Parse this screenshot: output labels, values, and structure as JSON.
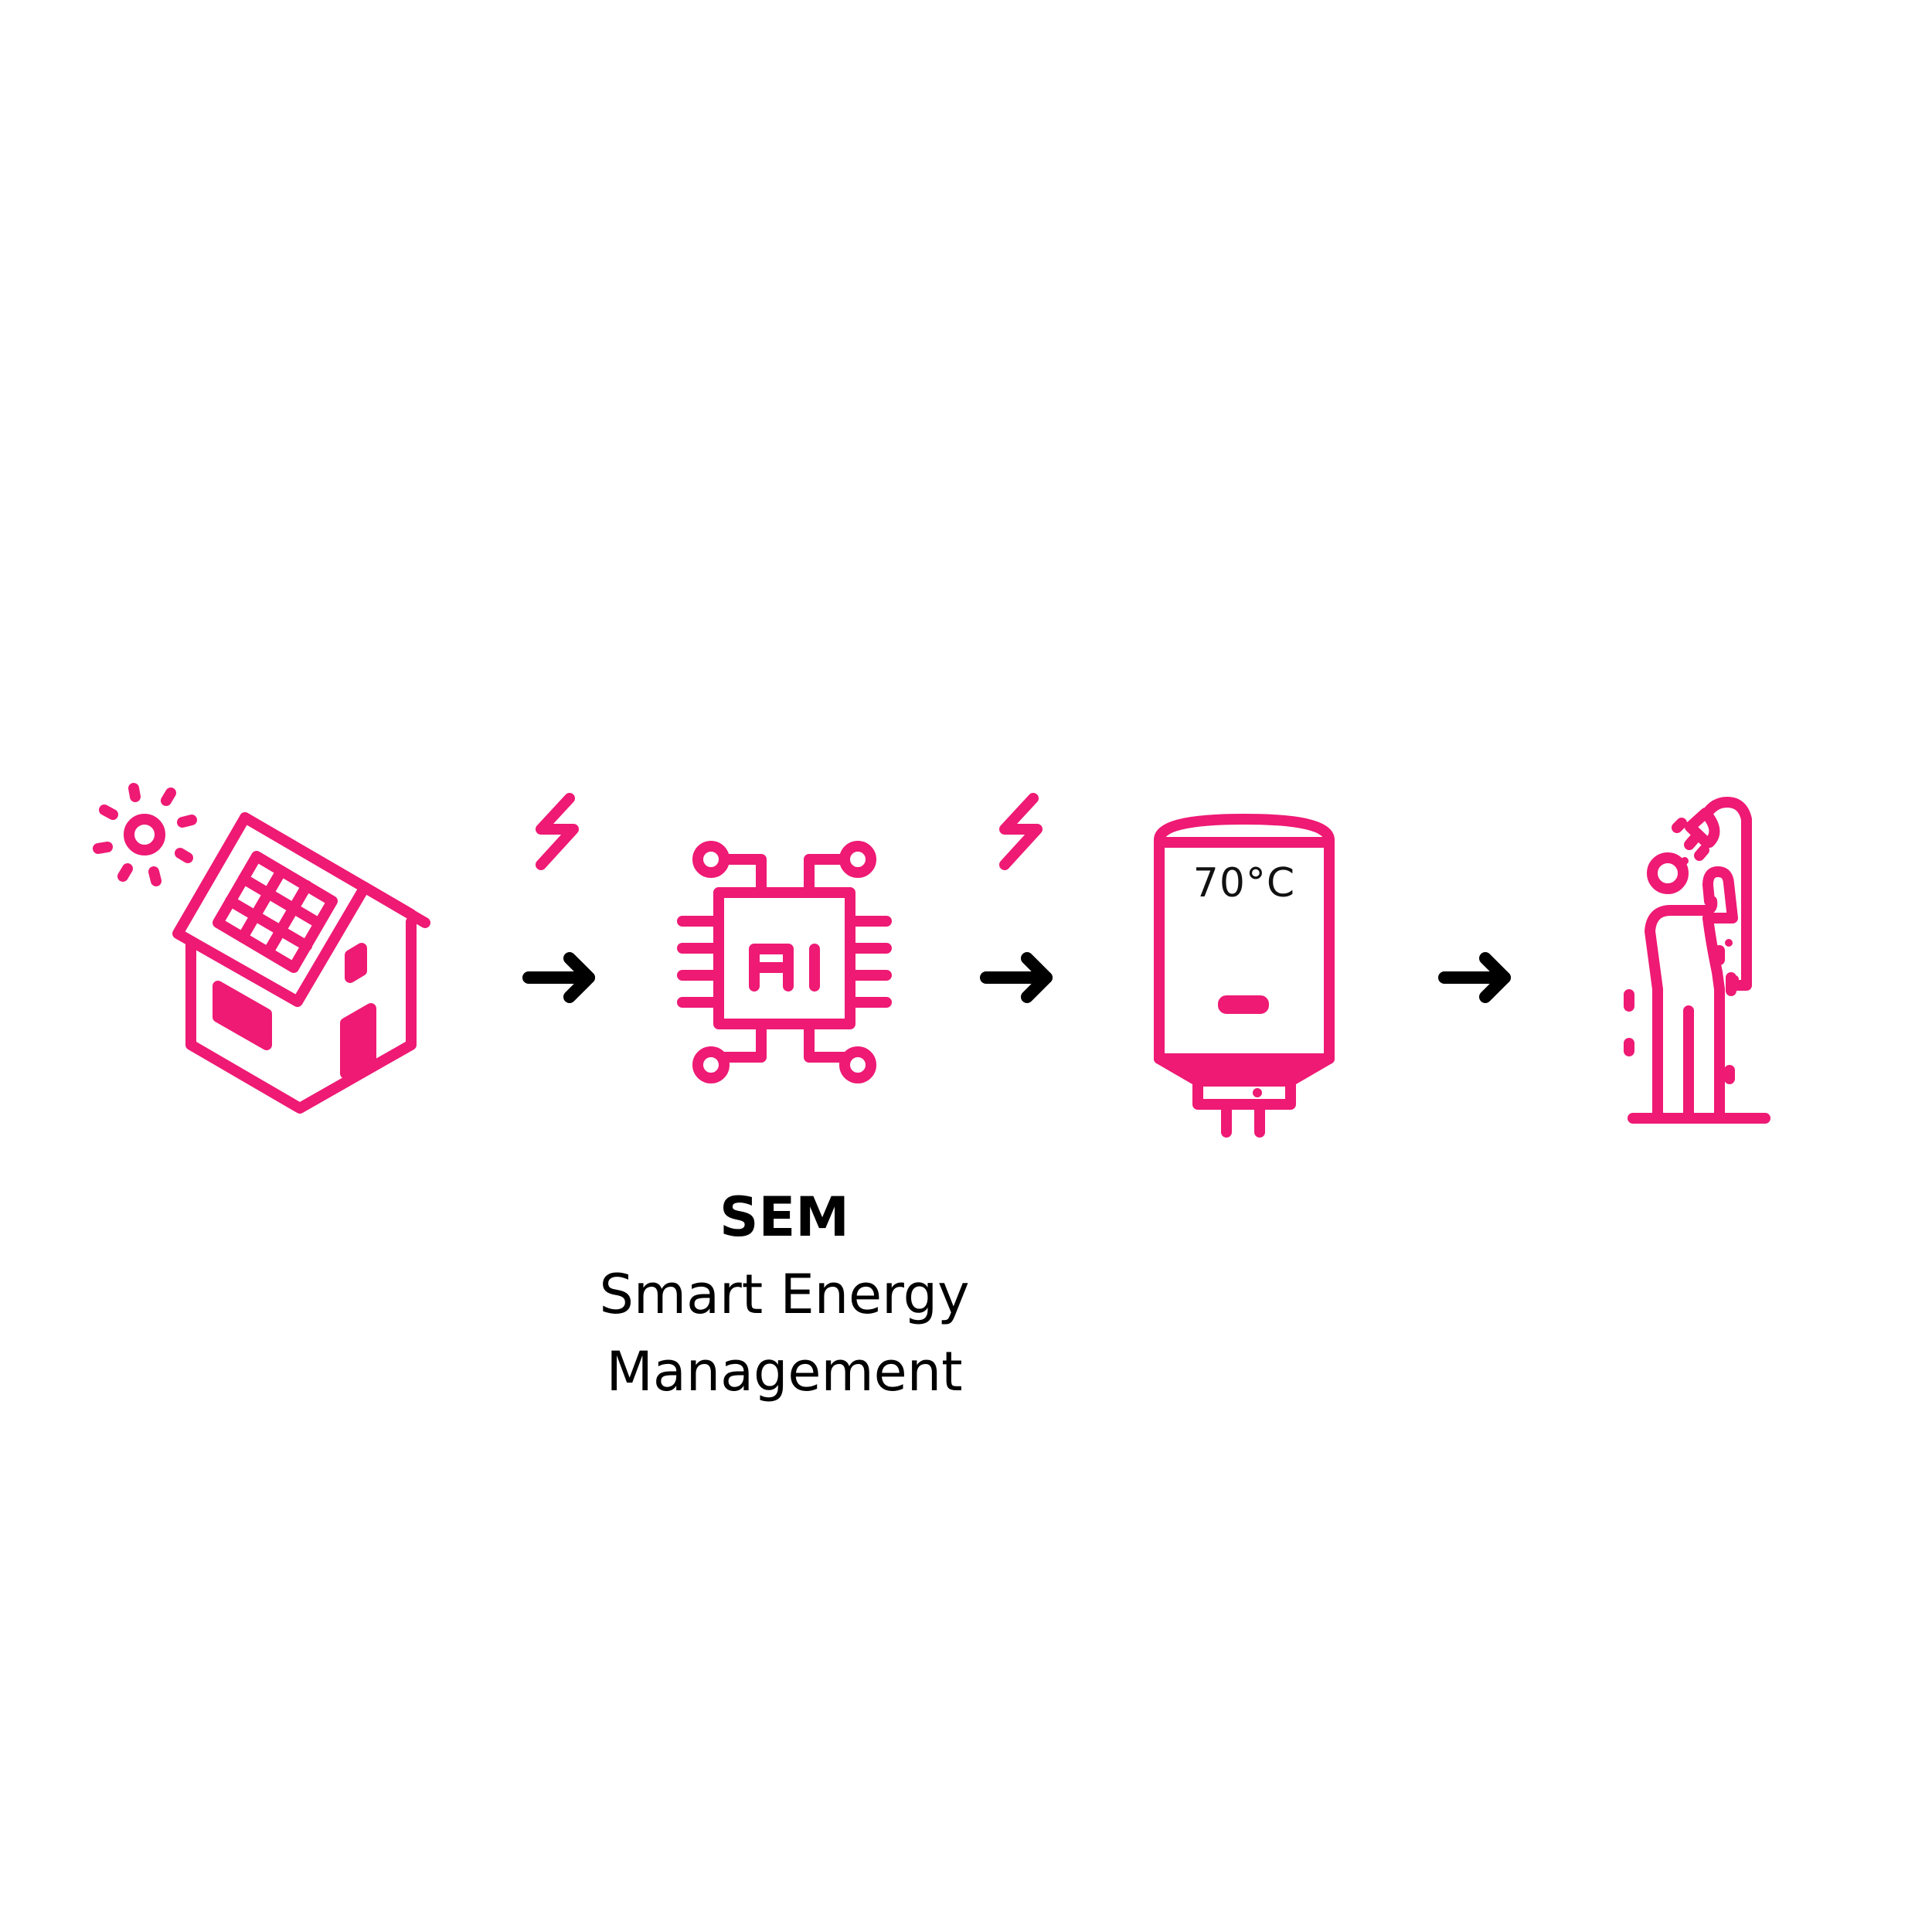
{
  "diagram": {
    "accent_color": "#ee1a74",
    "arrow_color": "#000000",
    "steps": [
      {
        "name": "solar-house",
        "icon": "solar-house-icon"
      },
      {
        "name": "sem-controller",
        "icon": "ai-chip-icon"
      },
      {
        "name": "water-heater",
        "icon": "water-heater-icon"
      },
      {
        "name": "shower",
        "icon": "person-shower-icon"
      }
    ],
    "tank_temperature": "70°C",
    "sem_title": "SEM",
    "sem_subtitle_line1": "Smart Energy",
    "sem_subtitle_line2": "Management"
  }
}
